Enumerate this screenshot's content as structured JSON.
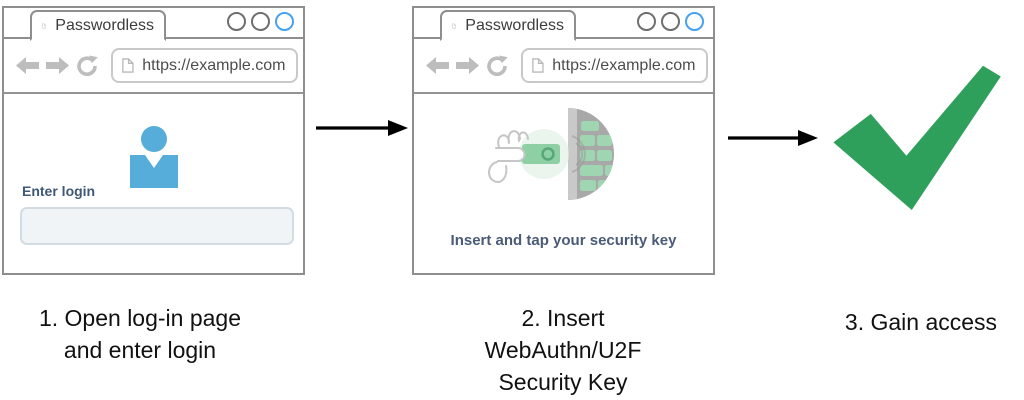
{
  "figure": {
    "steps": [
      {
        "window": {
          "tab_title": "Passwordless",
          "url": "https://example.com",
          "login_label": "Enter login",
          "login_value": ""
        },
        "caption_lines": {
          "0": "1. Open log-in page",
          "1": "and enter login"
        }
      },
      {
        "window": {
          "tab_title": "Passwordless",
          "url": "https://example.com",
          "message": "Insert and tap your security key"
        },
        "caption_lines": {
          "0": "2. Insert",
          "1": "WebAuthn/U2F",
          "2": "Security Key"
        }
      },
      {
        "caption_lines": {
          "0": "3. Gain access"
        }
      }
    ],
    "colors": {
      "person_blue": "#56add9",
      "check_green": "#2fa05c",
      "active_circle_blue": "#45a1f1",
      "message_blue": "#4a5b78",
      "key_green": "#8fcfa4",
      "keys_mint": "#9fd6b1",
      "laptop_gray": "#a8a8a8"
    }
  }
}
